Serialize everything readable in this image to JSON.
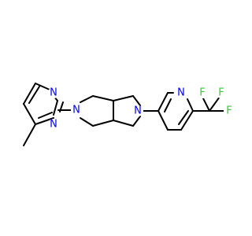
{
  "molecule": {
    "atoms": [
      {
        "id": "n_pyrimidine_1",
        "symbol": "N",
        "color": "#0000ff"
      },
      {
        "id": "n_pyrimidine_2",
        "symbol": "N",
        "color": "#0000ff"
      },
      {
        "id": "n_pyrrolidine_1",
        "symbol": "N",
        "color": "#0000ff"
      },
      {
        "id": "n_pyrrolidine_2",
        "symbol": "N",
        "color": "#0000ff"
      },
      {
        "id": "n_pyridine",
        "symbol": "N",
        "color": "#0000ff"
      },
      {
        "id": "f_top_left",
        "symbol": "F",
        "color": "#33cc33"
      },
      {
        "id": "f_top_right",
        "symbol": "F",
        "color": "#33cc33"
      },
      {
        "id": "f_right",
        "symbol": "F",
        "color": "#33cc33"
      }
    ],
    "bond_color": "#000000"
  }
}
